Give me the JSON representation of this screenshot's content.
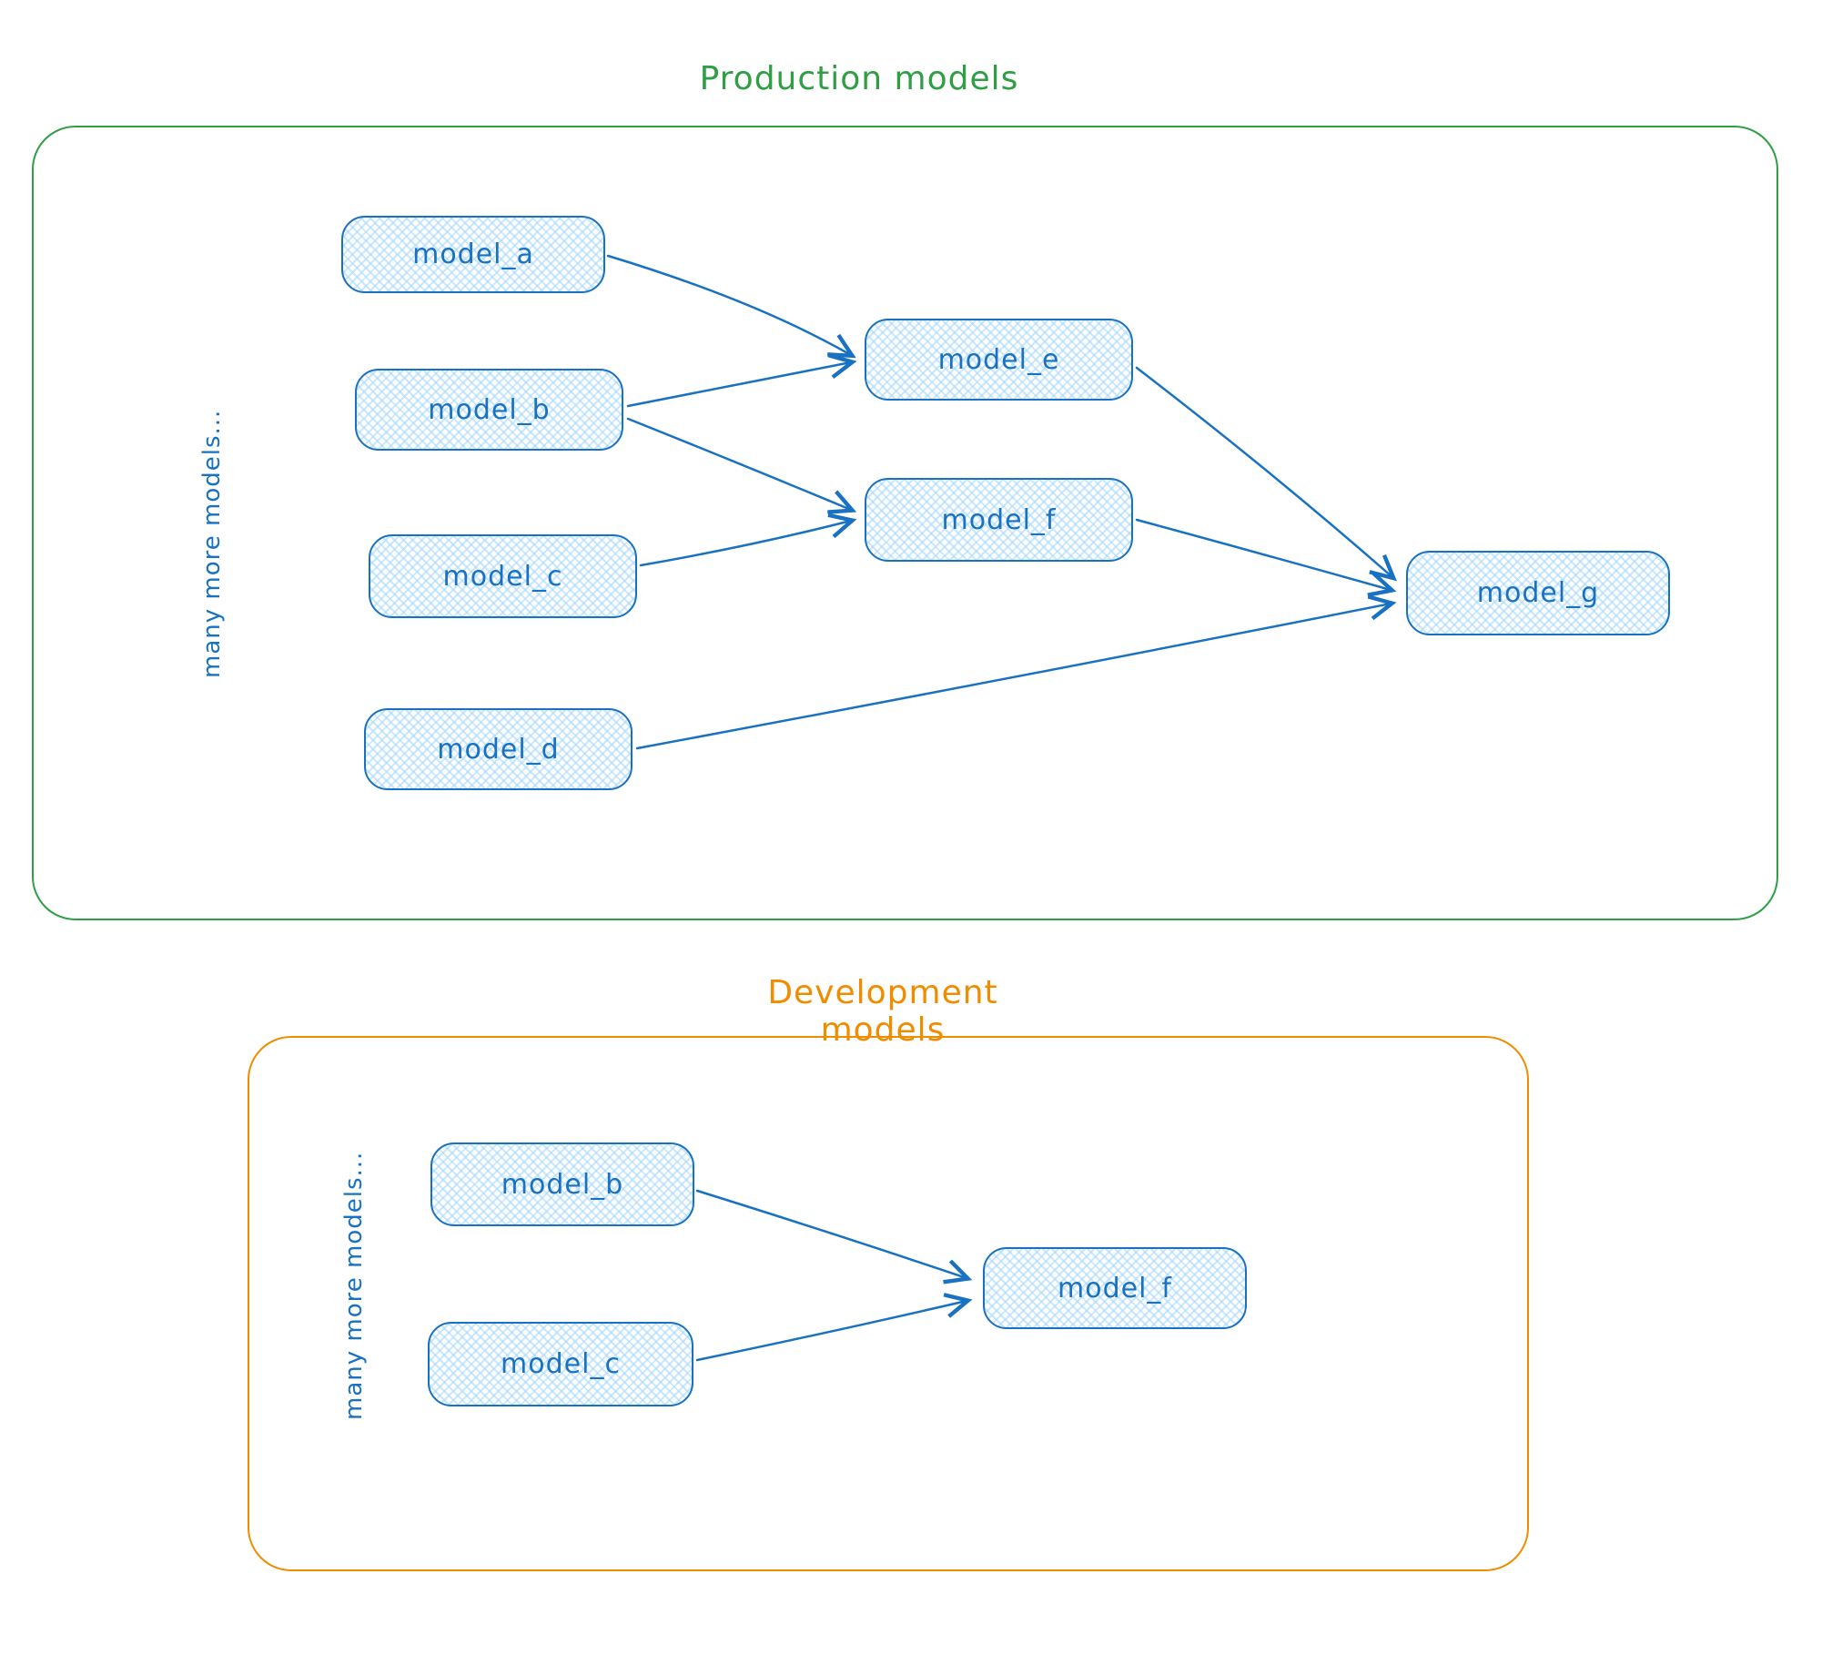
{
  "colors": {
    "node_stroke": "#1971c2",
    "node_text": "#1971c2",
    "node_fill_hatch": "#a5d8ff",
    "arrow": "#1971c2",
    "production_accent": "#2f9e44",
    "development_accent": "#f08c00"
  },
  "production": {
    "title": "Production models",
    "side_label": "many more models...",
    "nodes": {
      "model_a": {
        "label": "model_a"
      },
      "model_b": {
        "label": "model_b"
      },
      "model_c": {
        "label": "model_c"
      },
      "model_d": {
        "label": "model_d"
      },
      "model_e": {
        "label": "model_e"
      },
      "model_f": {
        "label": "model_f"
      },
      "model_g": {
        "label": "model_g"
      }
    },
    "edges": [
      {
        "from": "model_a",
        "to": "model_e"
      },
      {
        "from": "model_b",
        "to": "model_e"
      },
      {
        "from": "model_b",
        "to": "model_f"
      },
      {
        "from": "model_c",
        "to": "model_f"
      },
      {
        "from": "model_e",
        "to": "model_g"
      },
      {
        "from": "model_f",
        "to": "model_g"
      },
      {
        "from": "model_d",
        "to": "model_g"
      }
    ]
  },
  "development": {
    "title": "Development models",
    "side_label": "many more models...",
    "nodes": {
      "model_b": {
        "label": "model_b"
      },
      "model_c": {
        "label": "model_c"
      },
      "model_f": {
        "label": "model_f"
      }
    },
    "edges": [
      {
        "from": "model_b",
        "to": "model_f"
      },
      {
        "from": "model_c",
        "to": "model_f"
      }
    ]
  }
}
